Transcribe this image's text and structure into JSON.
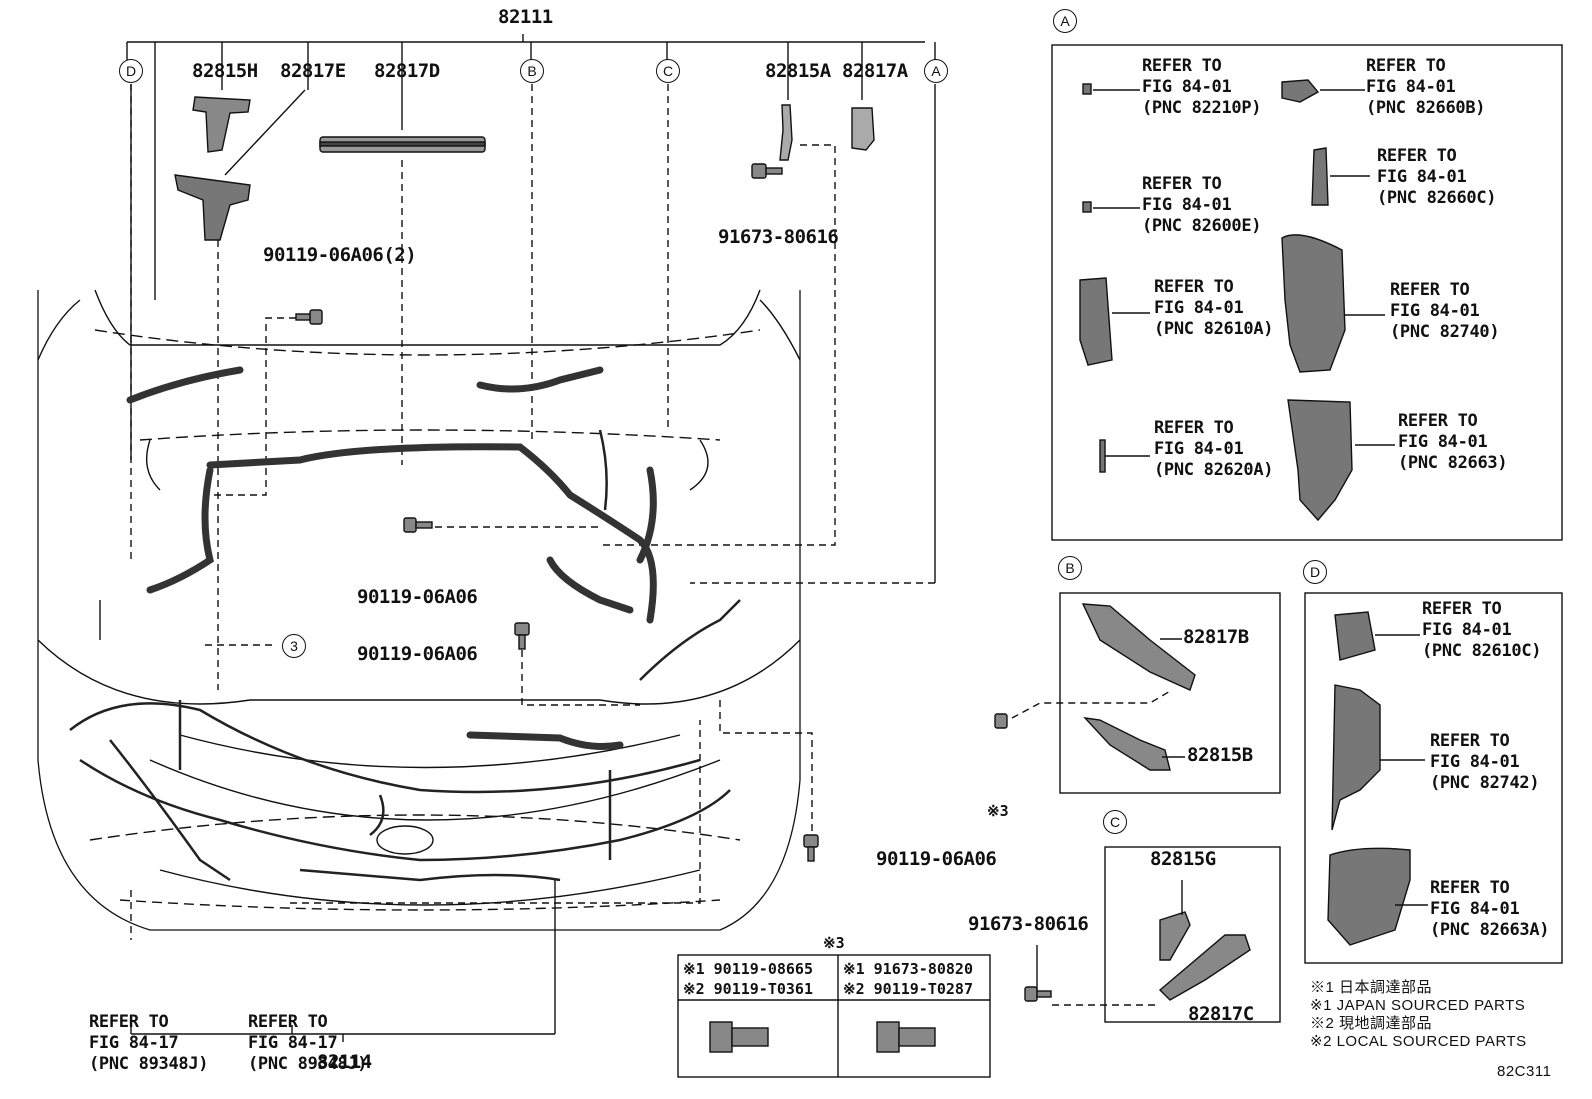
{
  "top_part": "82111",
  "bottom_part": "82114",
  "callouts": {
    "a": "A",
    "b": "B",
    "c": "C",
    "d": "D",
    "three": "3"
  },
  "main_parts": {
    "p82815H": "82815H",
    "p82817E": "82817E",
    "p82817D": "82817D",
    "p82815A": "82815A",
    "p82817A": "82817A"
  },
  "bolts": {
    "b91673_top": "91673-80616",
    "b90119_2": "90119-06A06(2)",
    "b90119_mid": "90119-06A06",
    "b90119_low": "90119-06A06",
    "b90119_right": "90119-06A06",
    "b91673_c": "91673-80616"
  },
  "bottom_refs": {
    "left": [
      "REFER TO",
      "FIG 84-17",
      "(PNC 89348J)"
    ],
    "right": [
      "REFER TO",
      "FIG 84-17",
      "(PNC 89348J)"
    ]
  },
  "panel_a": {
    "r1": [
      "REFER TO",
      "FIG 84-01",
      "(PNC 82210P)"
    ],
    "r2": [
      "REFER TO",
      "FIG 84-01",
      "(PNC 82660B)"
    ],
    "r3": [
      "REFER TO",
      "FIG 84-01",
      "(PNC 82600E)"
    ],
    "r4": [
      "REFER TO",
      "FIG 84-01",
      "(PNC 82660C)"
    ],
    "r5": [
      "REFER TO",
      "FIG 84-01",
      "(PNC 82610A)"
    ],
    "r6": [
      "REFER TO",
      "FIG 84-01",
      "(PNC 82740)"
    ],
    "r7": [
      "REFER TO",
      "FIG 84-01",
      "(PNC 82620A)"
    ],
    "r8": [
      "REFER TO",
      "FIG 84-01",
      "(PNC 82663)"
    ]
  },
  "panel_b": {
    "p1": "82817B",
    "p2": "82815B"
  },
  "panel_c": {
    "p1": "82815G",
    "p2": "82817C"
  },
  "panel_d": {
    "r1": [
      "REFER TO",
      "FIG 84-01",
      "(PNC 82610C)"
    ],
    "r2": [
      "REFER TO",
      "FIG 84-01",
      "(PNC 82742)"
    ],
    "r3": [
      "REFER TO",
      "FIG 84-01",
      "(PNC 82663A)"
    ]
  },
  "note3_mark": "※3",
  "table": {
    "header": "※3",
    "c1": [
      "※1 90119-08665",
      "※2 90119-T0361"
    ],
    "c2": [
      "※1 91673-80820",
      "※2 90119-T0287"
    ]
  },
  "legend": [
    "※1 日本調達部品",
    "※1 JAPAN SOURCED PARTS",
    "※2 現地調達部品",
    "※2 LOCAL SOURCED PARTS"
  ],
  "figure_id": "82C311"
}
